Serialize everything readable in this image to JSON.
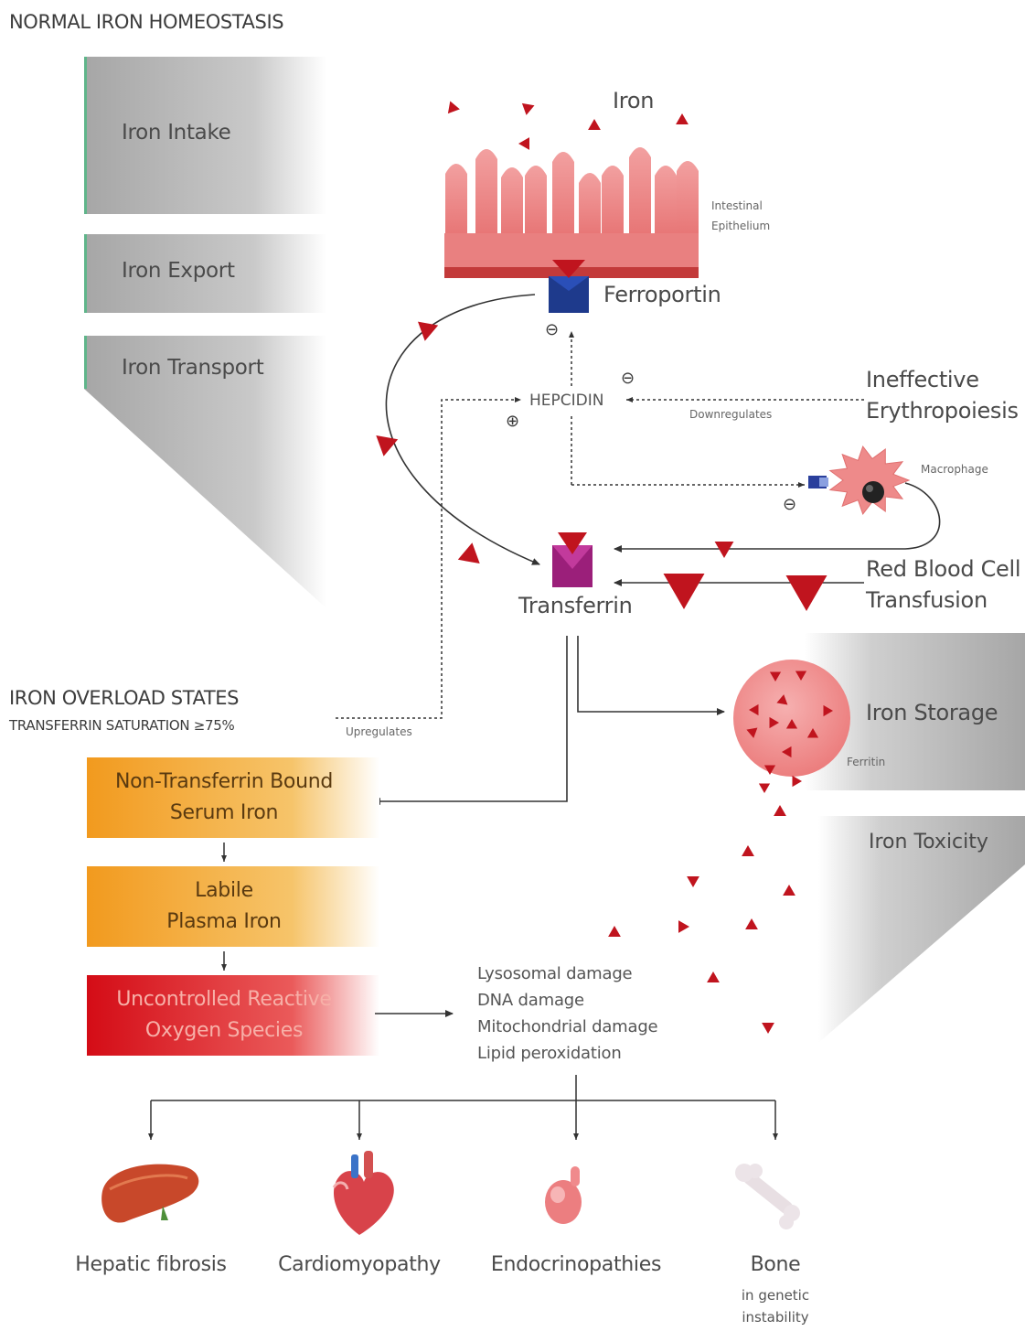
{
  "title": "NORMAL IRON HOMEOSTASIS",
  "bands": {
    "intake": "Iron Intake",
    "export": "Iron Export",
    "transport": "Iron Transport",
    "storage": "Iron Storage",
    "toxicity": "Iron Toxicity"
  },
  "labels": {
    "iron": "Iron",
    "epithelium_1": "Intestinal",
    "epithelium_2": "Epithelium",
    "ferroportin": "Ferroportin",
    "hepcidin": "HEPCIDIN",
    "downregulates": "Downregulates",
    "upregulates": "Upregulates",
    "ineffective_1": "Ineffective",
    "ineffective_2": "Erythropoiesis",
    "macrophage": "Macrophage",
    "transferrin": "Transferrin",
    "rbc_1": "Red Blood Cell",
    "rbc_2": "Transfusion",
    "ferritin": "Ferritin"
  },
  "signs": {
    "minus": "⊖",
    "plus": "⊕"
  },
  "overload": {
    "title": "IRON OVERLOAD STATES",
    "subtitle": "TRANSFERRIN SATURATION ≥75%"
  },
  "cascade": [
    {
      "line1": "Non-Transferrin Bound",
      "line2": "Serum Iron"
    },
    {
      "line1": "Labile",
      "line2": "Plasma Iron"
    },
    {
      "line1": "Uncontrolled Reactive",
      "line2": "Oxygen Species"
    }
  ],
  "damage": [
    "Lysosomal damage",
    "DNA damage",
    "Mitochondrial damage",
    "Lipid peroxidation"
  ],
  "organs": [
    {
      "label": "Hepatic fibrosis",
      "icon": "liver-icon"
    },
    {
      "label": "Cardiomyopathy",
      "icon": "heart-icon"
    },
    {
      "label": "Endocrinopathies",
      "icon": "gland-icon"
    },
    {
      "label": "Bone",
      "sub1": "in genetic",
      "sub2": "instability",
      "icon": "bone-icon"
    }
  ],
  "colors": {
    "iron_red": "#c0141e",
    "epithelium_pink": "#eb8a8a",
    "ferroportin_blue": "#1e3a8c",
    "transferrin_purple": "#9b1f7a",
    "orange_box": "#f3a42a",
    "red_box": "#d8101a",
    "band_gray": "#a9a9a9",
    "band_accent": "#5fb58a"
  }
}
